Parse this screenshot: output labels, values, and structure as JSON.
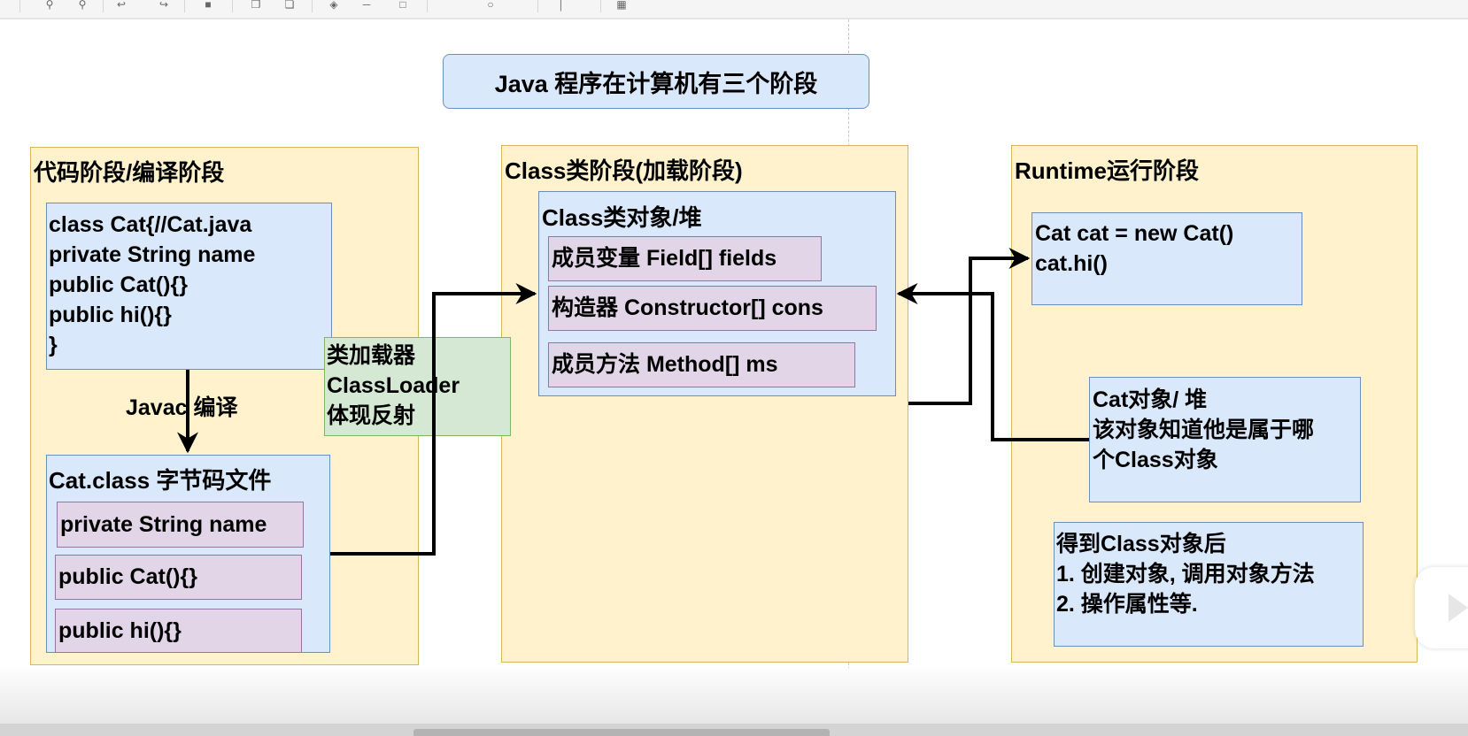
{
  "toolbar": {
    "icons": [
      "zoom-in-icon",
      "zoom-out-icon",
      "undo-icon",
      "redo-icon",
      "delete-icon",
      "to-front-icon",
      "to-back-icon",
      "fill-color-icon",
      "line-color-icon",
      "shadow-icon",
      "connection-icon",
      "waypoint-icon",
      "insert-icon",
      "table-icon"
    ]
  },
  "diagram": {
    "title": "Java 程序在计算机有三个阶段",
    "stage_code": {
      "title": "代码阶段/编译阶段",
      "source_box": "class Cat{//Cat.java\nprivate String name\npublic Cat(){}\npublic hi(){}\n}",
      "compile_label": "Javac 编译",
      "bytecode_box": {
        "title": "Cat.class 字节码文件",
        "members": [
          "private String name",
          "public Cat(){}",
          "public hi(){}"
        ]
      }
    },
    "classloader": "类加载器\nClassLoader\n体现反射",
    "stage_class": {
      "title": "Class类阶段(加载阶段)",
      "class_object": {
        "title": "Class类对象/堆",
        "members": [
          "成员变量 Field[] fields",
          "构造器 Constructor[] cons",
          "成员方法 Method[] ms"
        ]
      }
    },
    "stage_runtime": {
      "title": "Runtime运行阶段",
      "code_box": "Cat cat = new Cat()\ncat.hi()",
      "object_box": "Cat对象/ 堆\n该对象知道他是属于哪\n个Class对象",
      "usage_box": "得到Class对象后\n1. 创建对象, 调用对象方法\n2. 操作属性等."
    }
  },
  "colors": {
    "panel_fill": "#fff2cc",
    "panel_border": "#d6b656",
    "blue_fill": "#dae8fc",
    "blue_border": "#6c8ebf",
    "purple_fill": "#e1d5e7",
    "purple_border": "#9673a6",
    "green_fill": "#d5e8d4",
    "green_border": "#82b366"
  }
}
